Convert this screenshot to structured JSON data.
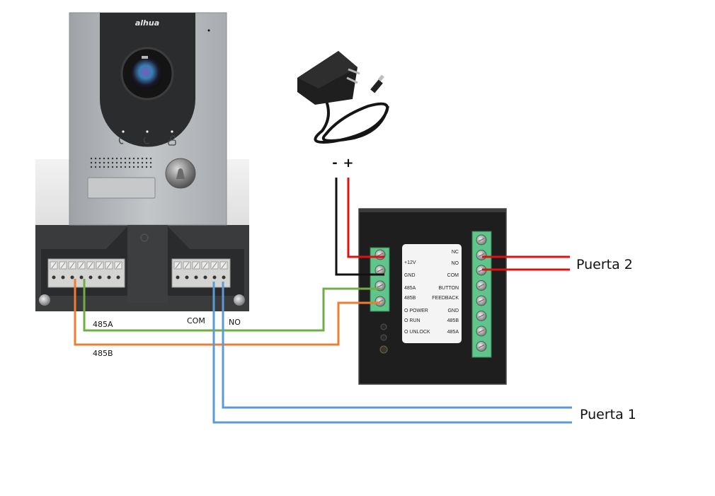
{
  "colors": {
    "power_positive": "#e01010",
    "power_negative": "#111111",
    "rs485a": "#70ad47",
    "rs485b": "#ed7d31",
    "door1": "#5b9bd5",
    "door2": "#e01010",
    "terminal_green": "#5fc58a",
    "module_body": "#1e1e1e"
  },
  "intercom": {
    "brand": "alhua",
    "wire_labels": {
      "a": "485A",
      "b": "485B",
      "com": "COM",
      "no": "NO"
    }
  },
  "power_supply": {
    "minus": "-",
    "plus": "+"
  },
  "module": {
    "left_labels": [
      "+12V",
      "GND",
      "485A",
      "485B",
      "O POWER",
      "O RUN",
      "O UNLOCK"
    ],
    "right_labels": [
      "NC",
      "NO",
      "COM",
      "BUTTON",
      "FEEDBACK",
      "GND",
      "485B",
      "485A"
    ]
  },
  "outputs": {
    "door2": "Puerta 2",
    "door1": "Puerta 1"
  }
}
